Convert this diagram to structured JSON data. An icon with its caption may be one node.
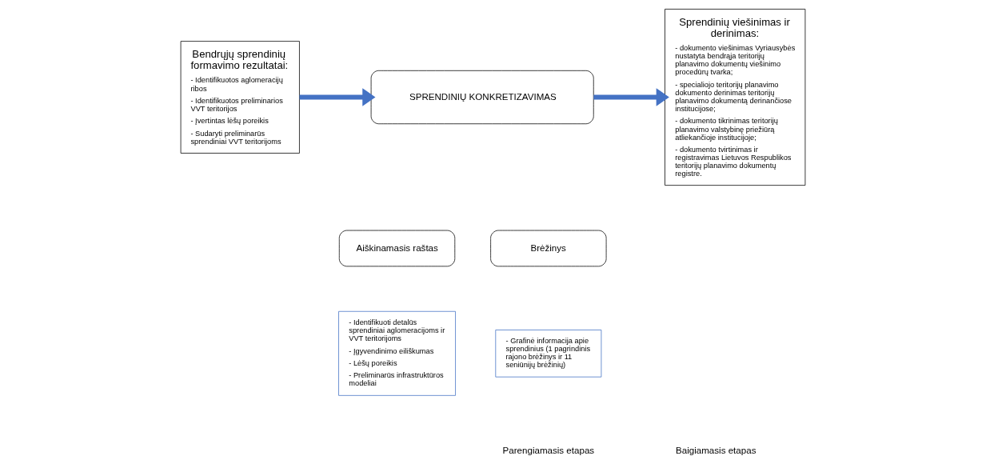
{
  "diagram": {
    "nodes": [
      {
        "text": [
          "Bendrųjų sprendinių formavimo rezultatai:",
          "- Identifikuotos aglomeracijų ribos",
          "- Identifikuotos preliminarios VVT teritorijos",
          "- Įvertintas lėšų poreikis",
          "- Sudaryti preliminarūs sprendiniai VVT teritorijoms"
        ]
      },
      {
        "text": [
          "SPRENDINIŲ KONKRETIZAVIMAS"
        ]
      },
      {
        "text": [
          "Aiškinamasis raštas"
        ]
      },
      {
        "text": [
          "Brėžinys"
        ]
      },
      {
        "text": [
          "- Identifikuoti detalūs sprendiniai aglomeracijoms ir VVT teritorijoms",
          "- Įgyvendinimo eiliškumas",
          "- Lėšų poreikis",
          "- Preliminarūs infrastruktūros modeliai"
        ]
      },
      {
        "text": [
          "- Grafinė informacija apie sprendinius (1 pagrindinis rajono brėžinys ir 11 seniūnijų brėžinių)"
        ]
      },
      {
        "text": [
          "Sprendinių viešinimas ir derinimas:",
          "- dokumento viešinimas Vyriausybės nustatyta bendrąja teritorijų planavimo dokumentų viešinimo procedūrų tvarka;",
          "- specialiojo teritorijų planavimo dokumento derinimas teritorijų planavimo dokumentą derinančiose institucijose;",
          "- dokumento tikrinimas teritorijų planavimo valstybinę priežiūrą atliekančioje institucijoje;",
          "- dokumento tvirtinimas ir registravimas Lietuvos Respublikos teritorijų planavimo dokumentų registre."
        ]
      }
    ],
    "edges": [
      {
        "from": 0,
        "to": 1,
        "arrow": "to"
      },
      {
        "from": 1,
        "to": 6,
        "arrow": "to"
      }
    ],
    "labels": [
      "Parengiamasis etapas",
      "Baigiamasis etapas"
    ]
  }
}
